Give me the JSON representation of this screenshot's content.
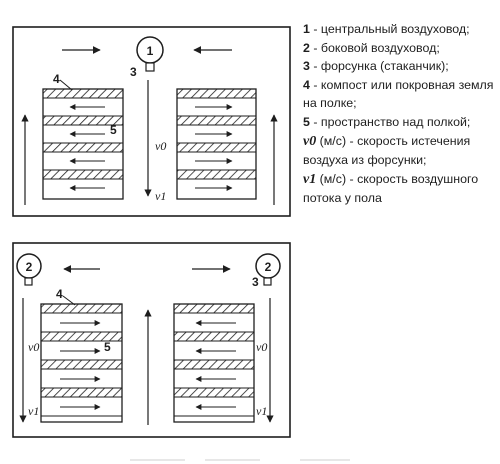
{
  "diagram": {
    "labels": {
      "duct_central": "1",
      "duct_side": "2",
      "nozzle": "3",
      "compost": "4",
      "space_above": "5",
      "v0": "v0",
      "v1": "v1"
    }
  },
  "legend": {
    "items": [
      {
        "num": "1",
        "text": " - центральный воздуховод;"
      },
      {
        "num": "2",
        "text": " - боковой воздуховод;"
      },
      {
        "num": "3",
        "text": " - форсунка (стаканчик);"
      },
      {
        "num": "4",
        "text": " - компост или покровная земля на полке;"
      },
      {
        "num": "5",
        "text": " - пространство над полкой;"
      },
      {
        "sym": "v0",
        "text": " (м/с) - скорость истечения воздуха из форсунки;"
      },
      {
        "sym": "v1",
        "text": " (м/с) - скорость воздушного потока у пола"
      }
    ]
  }
}
